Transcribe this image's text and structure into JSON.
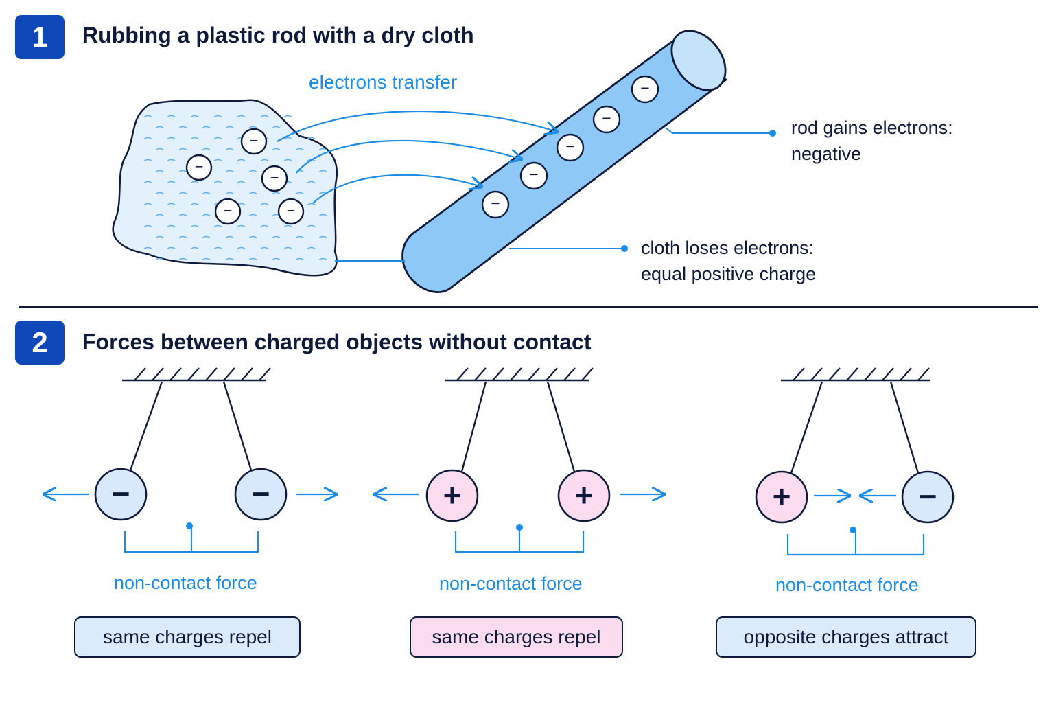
{
  "section1": {
    "number": "1",
    "title": "Rubbing a plastic rod with a dry cloth",
    "transfer_label": "electrons transfer",
    "rod_label_line1": "rod gains electrons:",
    "rod_label_line2": "negative",
    "cloth_label_line1": "cloth loses electrons:",
    "cloth_label_line2": "equal positive charge",
    "electron_symbol": "−"
  },
  "section2": {
    "number": "2",
    "title": "Forces between charged objects without contact",
    "panels": [
      {
        "left_charge": "−",
        "right_charge": "−",
        "force_label": "non-contact force",
        "result": "same charges repel"
      },
      {
        "left_charge": "+",
        "right_charge": "+",
        "force_label": "non-contact force",
        "result": "same charges repel"
      },
      {
        "left_charge": "+",
        "right_charge": "−",
        "force_label": "non-contact force",
        "result": "opposite charges attract"
      }
    ]
  },
  "colors": {
    "badge": "#0d47b8",
    "accent_blue": "#1a8be6",
    "rod_fill": "#8ec8f7",
    "negative_fill": "#d7e9fb",
    "positive_fill": "#fbdcef",
    "ink": "#0f1a3a"
  }
}
